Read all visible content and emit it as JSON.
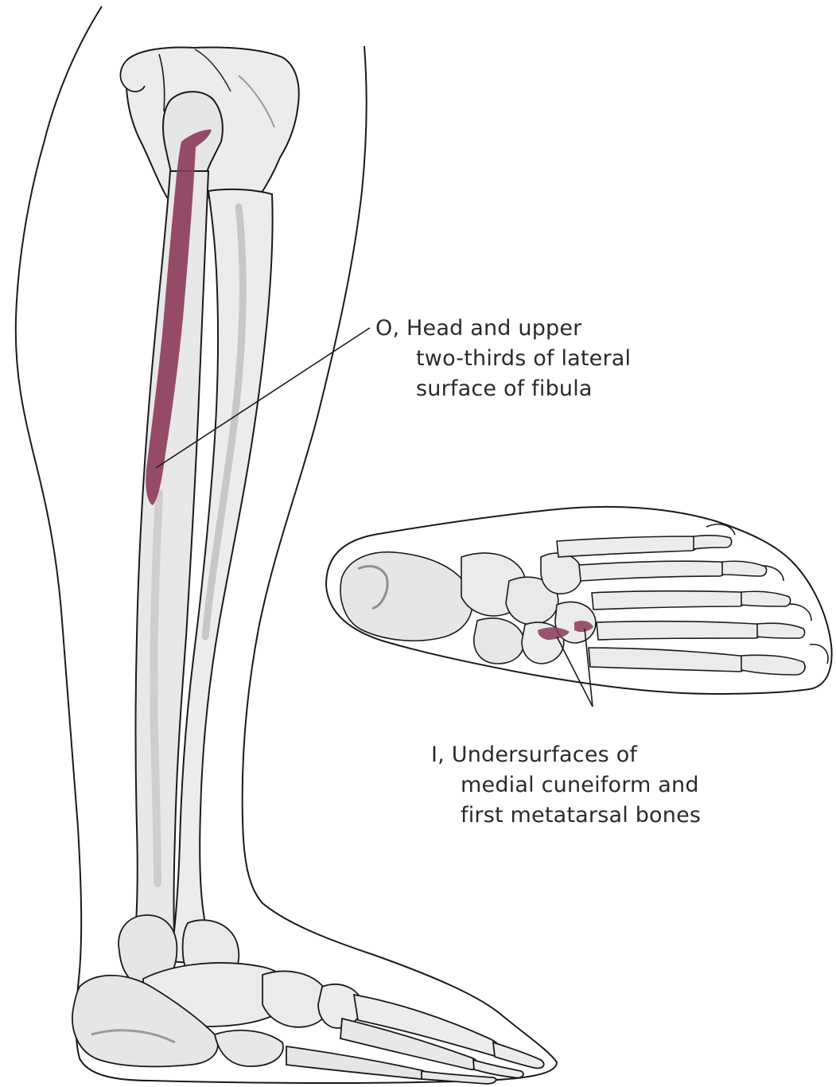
{
  "labels": {
    "origin": {
      "line1": "O, Head and upper",
      "line2": "two-thirds of lateral",
      "line3": "surface of fibula"
    },
    "insertion": {
      "line1": "I, Undersurfaces of",
      "line2": "medial cuneiform and",
      "line3": "first metatarsal bones"
    }
  },
  "colors": {
    "outline": "#1a1a1a",
    "bone_fill": "#e9e9e9",
    "bone_shadow": "#b9b9b9",
    "attachment_highlight": "#8c3a5a",
    "background": "#ffffff"
  }
}
